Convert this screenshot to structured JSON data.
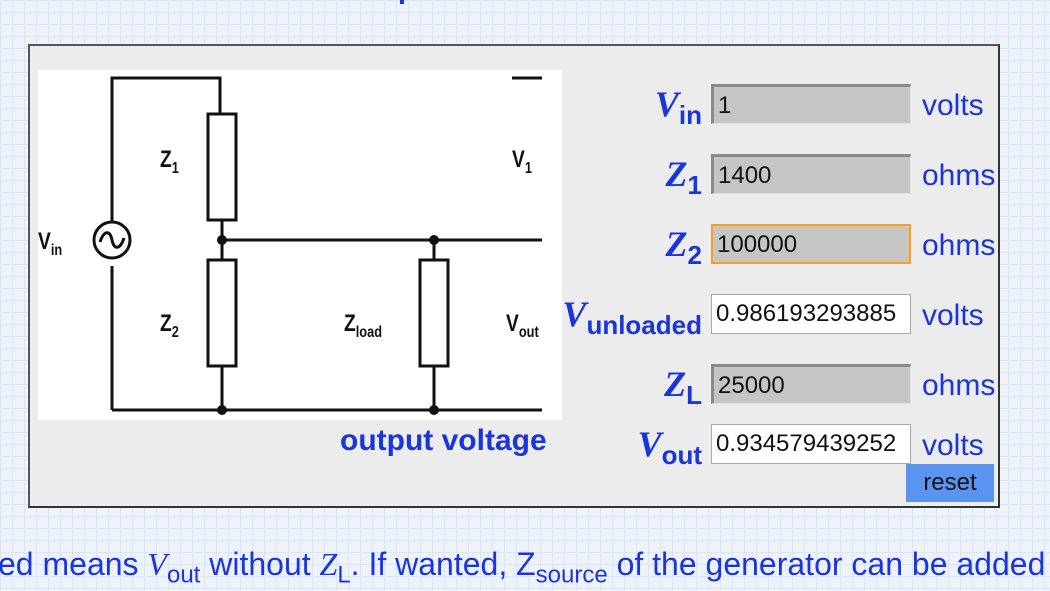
{
  "diagram": {
    "labels": {
      "z1": "Z",
      "z1_sub": "1",
      "z2": "Z",
      "z2_sub": "2",
      "zload": "Z",
      "zload_sub": "load",
      "vin": "V",
      "vin_sub": "in",
      "v1": "V",
      "v1_sub": "1",
      "vout": "V",
      "vout_sub": "out"
    },
    "caption": "output voltage"
  },
  "form": {
    "vin": {
      "label": "V",
      "sub": "in",
      "value": "1",
      "unit": "volts"
    },
    "z1": {
      "label": "Z",
      "sub": "1",
      "value": "1400",
      "unit": "ohms"
    },
    "z2": {
      "label": "Z",
      "sub": "2",
      "value": "100000",
      "unit": "ohms"
    },
    "vunloaded": {
      "label": "V",
      "sub": "unloaded",
      "value": "0.986193293885",
      "unit": "volts"
    },
    "zl": {
      "label": "Z",
      "sub": "L",
      "value": "25000",
      "unit": "ohms"
    },
    "vout": {
      "label": "V",
      "sub": "out",
      "value": "0.934579439252",
      "unit": "volts"
    },
    "reset_label": "reset"
  },
  "footer": {
    "part1": "ed means ",
    "v": "V",
    "v_sub": "out",
    "part2": " without ",
    "z": "Z",
    "z_sub": "L",
    "part3": ". If wanted, Z",
    "zs_sub": "source",
    "part4": " of the generator can be added"
  },
  "colors": {
    "accent": "#1a35d8",
    "reset_bg": "#5a93f0",
    "focus": "#e6a13a"
  }
}
